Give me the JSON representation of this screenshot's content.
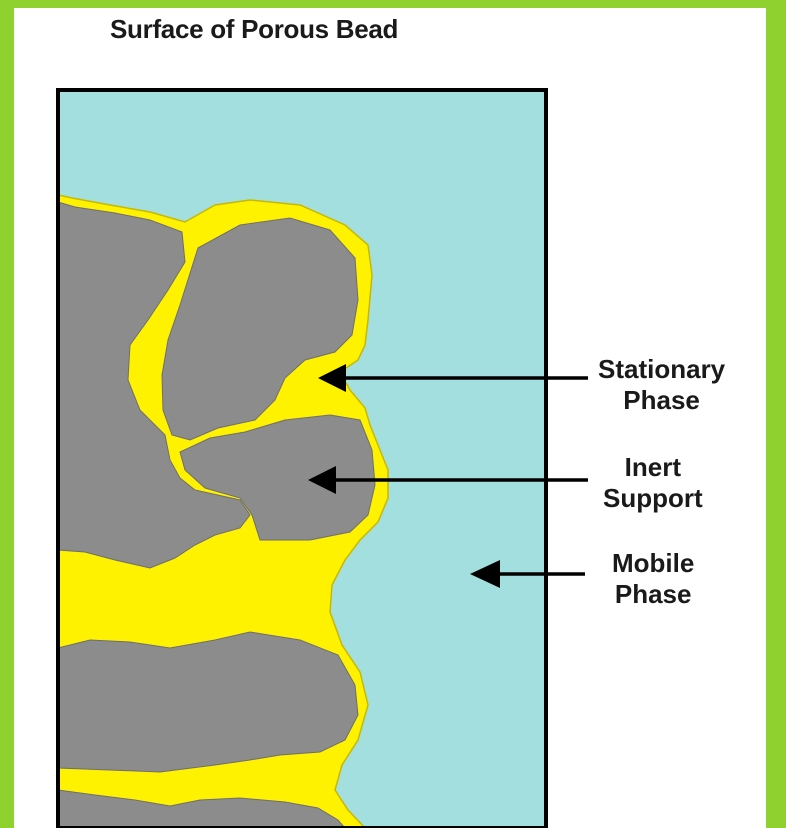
{
  "title": "Surface of Porous Bead",
  "labels": {
    "stationary": {
      "line1": "Stationary",
      "line2": "Phase"
    },
    "inert": {
      "line1": "Inert",
      "line2": "Support"
    },
    "mobile": {
      "line1": "Mobile",
      "line2": "Phase"
    }
  },
  "colors": {
    "background_border": "#8fd12e",
    "mobile_phase": "#a4dfe0",
    "stationary_phase": "#fff200",
    "inert_support": "#8c8c8c",
    "outline": "#000000"
  }
}
